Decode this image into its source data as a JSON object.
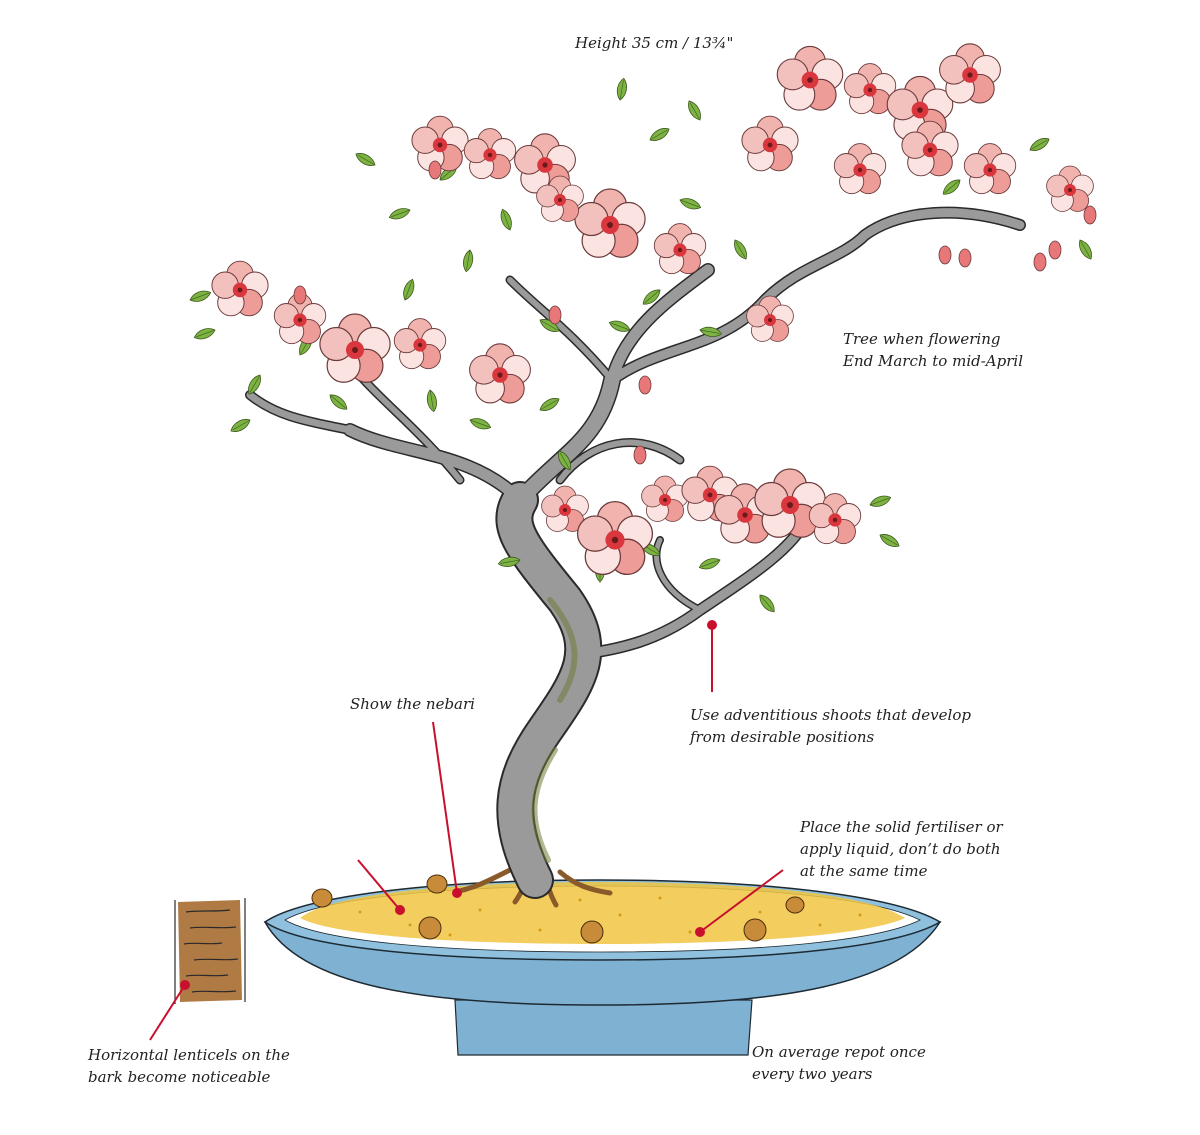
{
  "height_label": "Height 35 cm / 13¾\"",
  "annotations": {
    "flowering": [
      "Tree when flowering",
      "End March to mid-April"
    ],
    "adventitious": [
      "Use adventitious shoots that develop",
      "from desirable positions"
    ],
    "nebari": [
      "Show the nebari"
    ],
    "fertiliser": [
      "Place the solid fertiliser or",
      "apply liquid, don’t do both",
      "at the same time"
    ],
    "lenticels": [
      "Horizontal lenticels on the",
      "bark become noticeable"
    ],
    "repot": [
      "On average repot once",
      "every two years"
    ]
  },
  "colors": {
    "pointer": "#c8102e",
    "trunk": "#8f8f8f",
    "leaf": "#7cb342",
    "blossom": "#f0b3ae",
    "blossom_center": "#d9363e",
    "pot": "#7fb2d2",
    "soil": "#f1c542",
    "bark_swatch": "#b07a45"
  }
}
